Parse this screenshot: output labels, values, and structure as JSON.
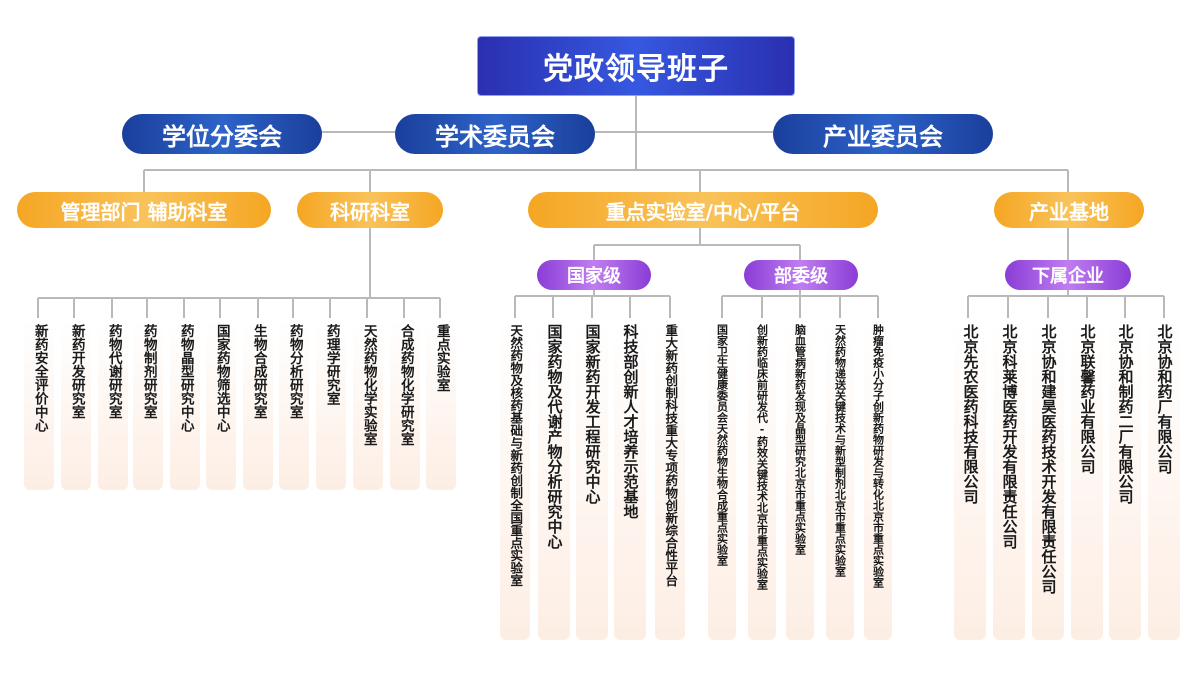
{
  "leadership": "党政领导班子",
  "committees": {
    "degree": "学位分委会",
    "academic": "学术委员会",
    "industry": "产业委员会"
  },
  "divisions": {
    "management": "管理部门 辅助科室",
    "research": "科研科室",
    "key_labs": "重点实验室/中心/平台",
    "industry_base": "产业基地"
  },
  "levels": {
    "national": "国家级",
    "ministerial": "部委级",
    "subsidiaries": "下属企业"
  },
  "research_offices": [
    "新药安全评价中心",
    "新药开发研究室",
    "药物代谢研究室",
    "药物制剂研究室",
    "药物晶型研究中心",
    "国家药物筛选中心",
    "生物合成研究室",
    "药物分析研究室",
    "药理学研究室",
    "天然药物化学实验室",
    "合成药物化学研究室",
    "重点实验室"
  ],
  "national_labs": [
    "天然药物及核药基础与新药创制全国重点实验室",
    "国家药物及代谢产物分析研究中心",
    "国家新药开发工程研究中心",
    "科技部创新人才培养示范基地",
    "重大新药创制科技重大专项药物创新综合性平台"
  ],
  "ministerial_labs": [
    "国家卫生健康委员会天然药物生物合成重点实验室",
    "创新药临床前研发代-药效关键技术北京市重点实验室",
    "脑血管病新药发现及晶型研究北京市重点实验室",
    "天然药物递送关键技术与新型制剂北京市重点实验室",
    "肿瘤免疫小分子创新药物研发与转化北京市重点实验室"
  ],
  "companies": [
    "北京先农医药科技有限公司",
    "北京科莱博医药开发有限责任公司",
    "北京协和建昊医药技术开发有限责任公司",
    "北京联馨药业有限公司",
    "北京协和制药二厂有限公司",
    "北京协和药厂有限公司"
  ]
}
